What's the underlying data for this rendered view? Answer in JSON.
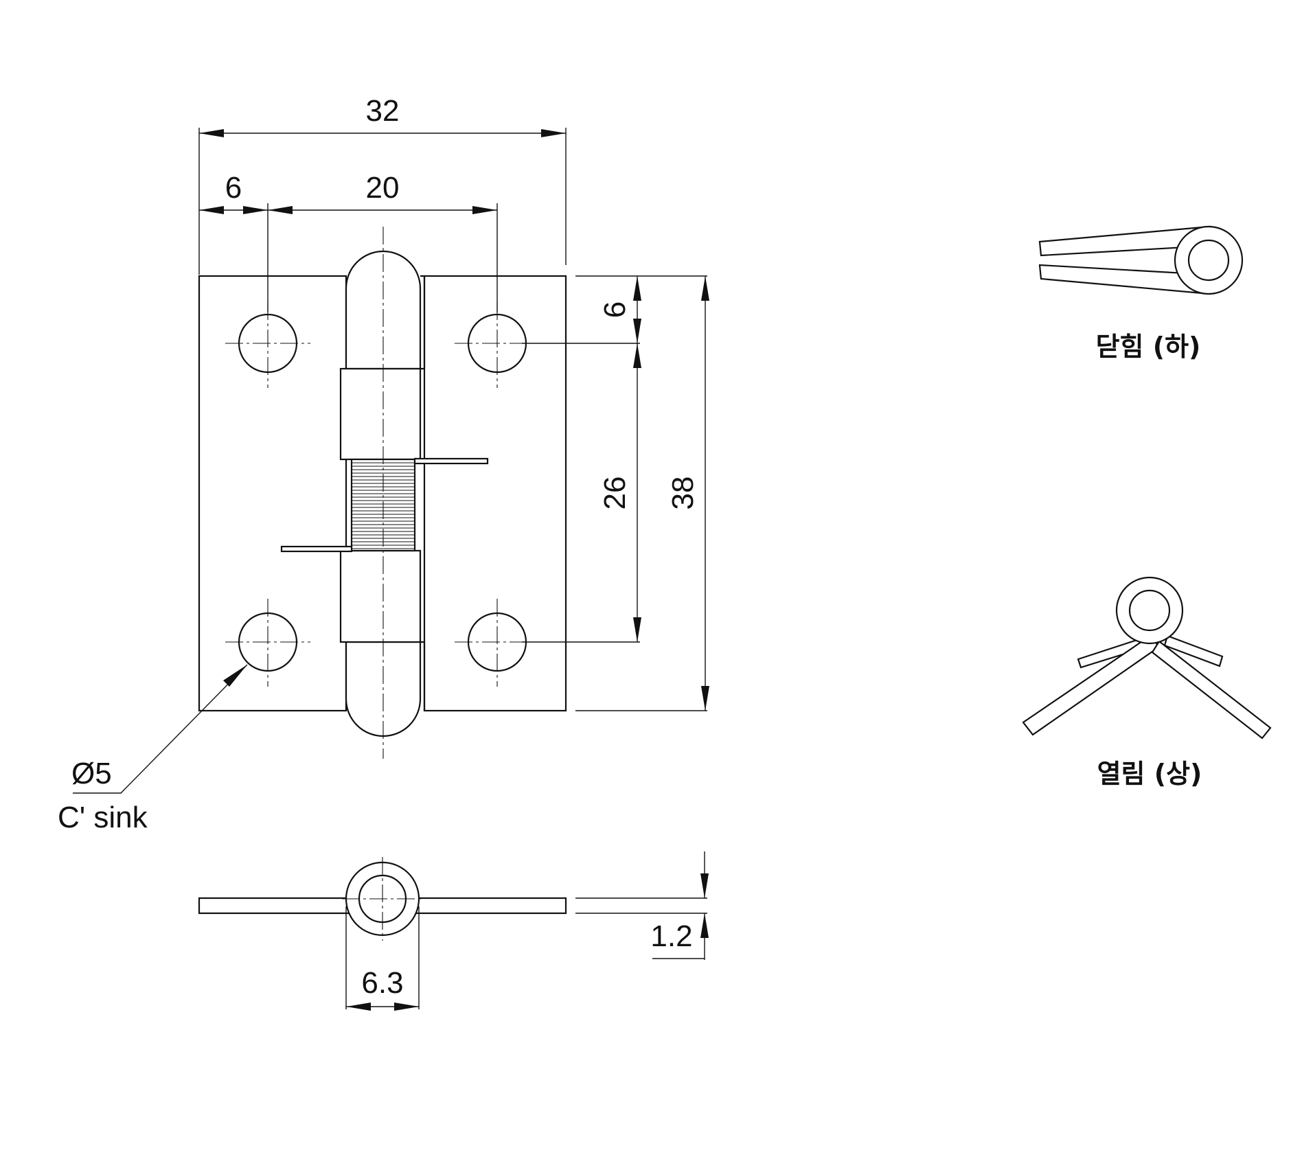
{
  "dimensions": {
    "overall_width": "32",
    "hole_edge_offset": "6",
    "hole_spacing_horizontal": "20",
    "hole_top_offset": "6",
    "hole_spacing_vertical": "26",
    "overall_height": "38",
    "hole_spec_diameter": "Ø5",
    "hole_spec_type": "C' sink",
    "knuckle_diameter": "6.3",
    "leaf_thickness": "1.2"
  },
  "states": {
    "closed_label": "닫힘 (하)",
    "open_label": "열림 (상)"
  }
}
